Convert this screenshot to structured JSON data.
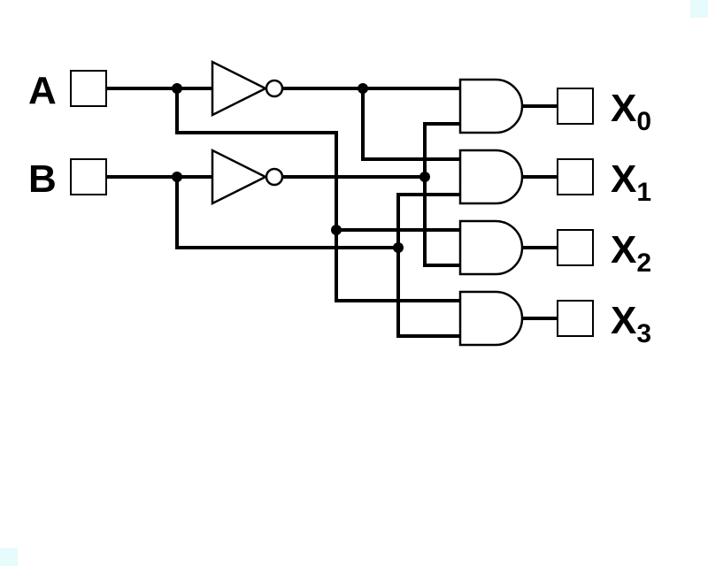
{
  "inputs": {
    "a": "A",
    "b": "B"
  },
  "outputs": [
    {
      "base": "X",
      "sub": "0"
    },
    {
      "base": "X",
      "sub": "1"
    },
    {
      "base": "X",
      "sub": "2"
    },
    {
      "base": "X",
      "sub": "3"
    }
  ],
  "colors": {
    "ink": "#000000",
    "background": "#ffffff",
    "corner_marker": "#e6fbfb"
  }
}
